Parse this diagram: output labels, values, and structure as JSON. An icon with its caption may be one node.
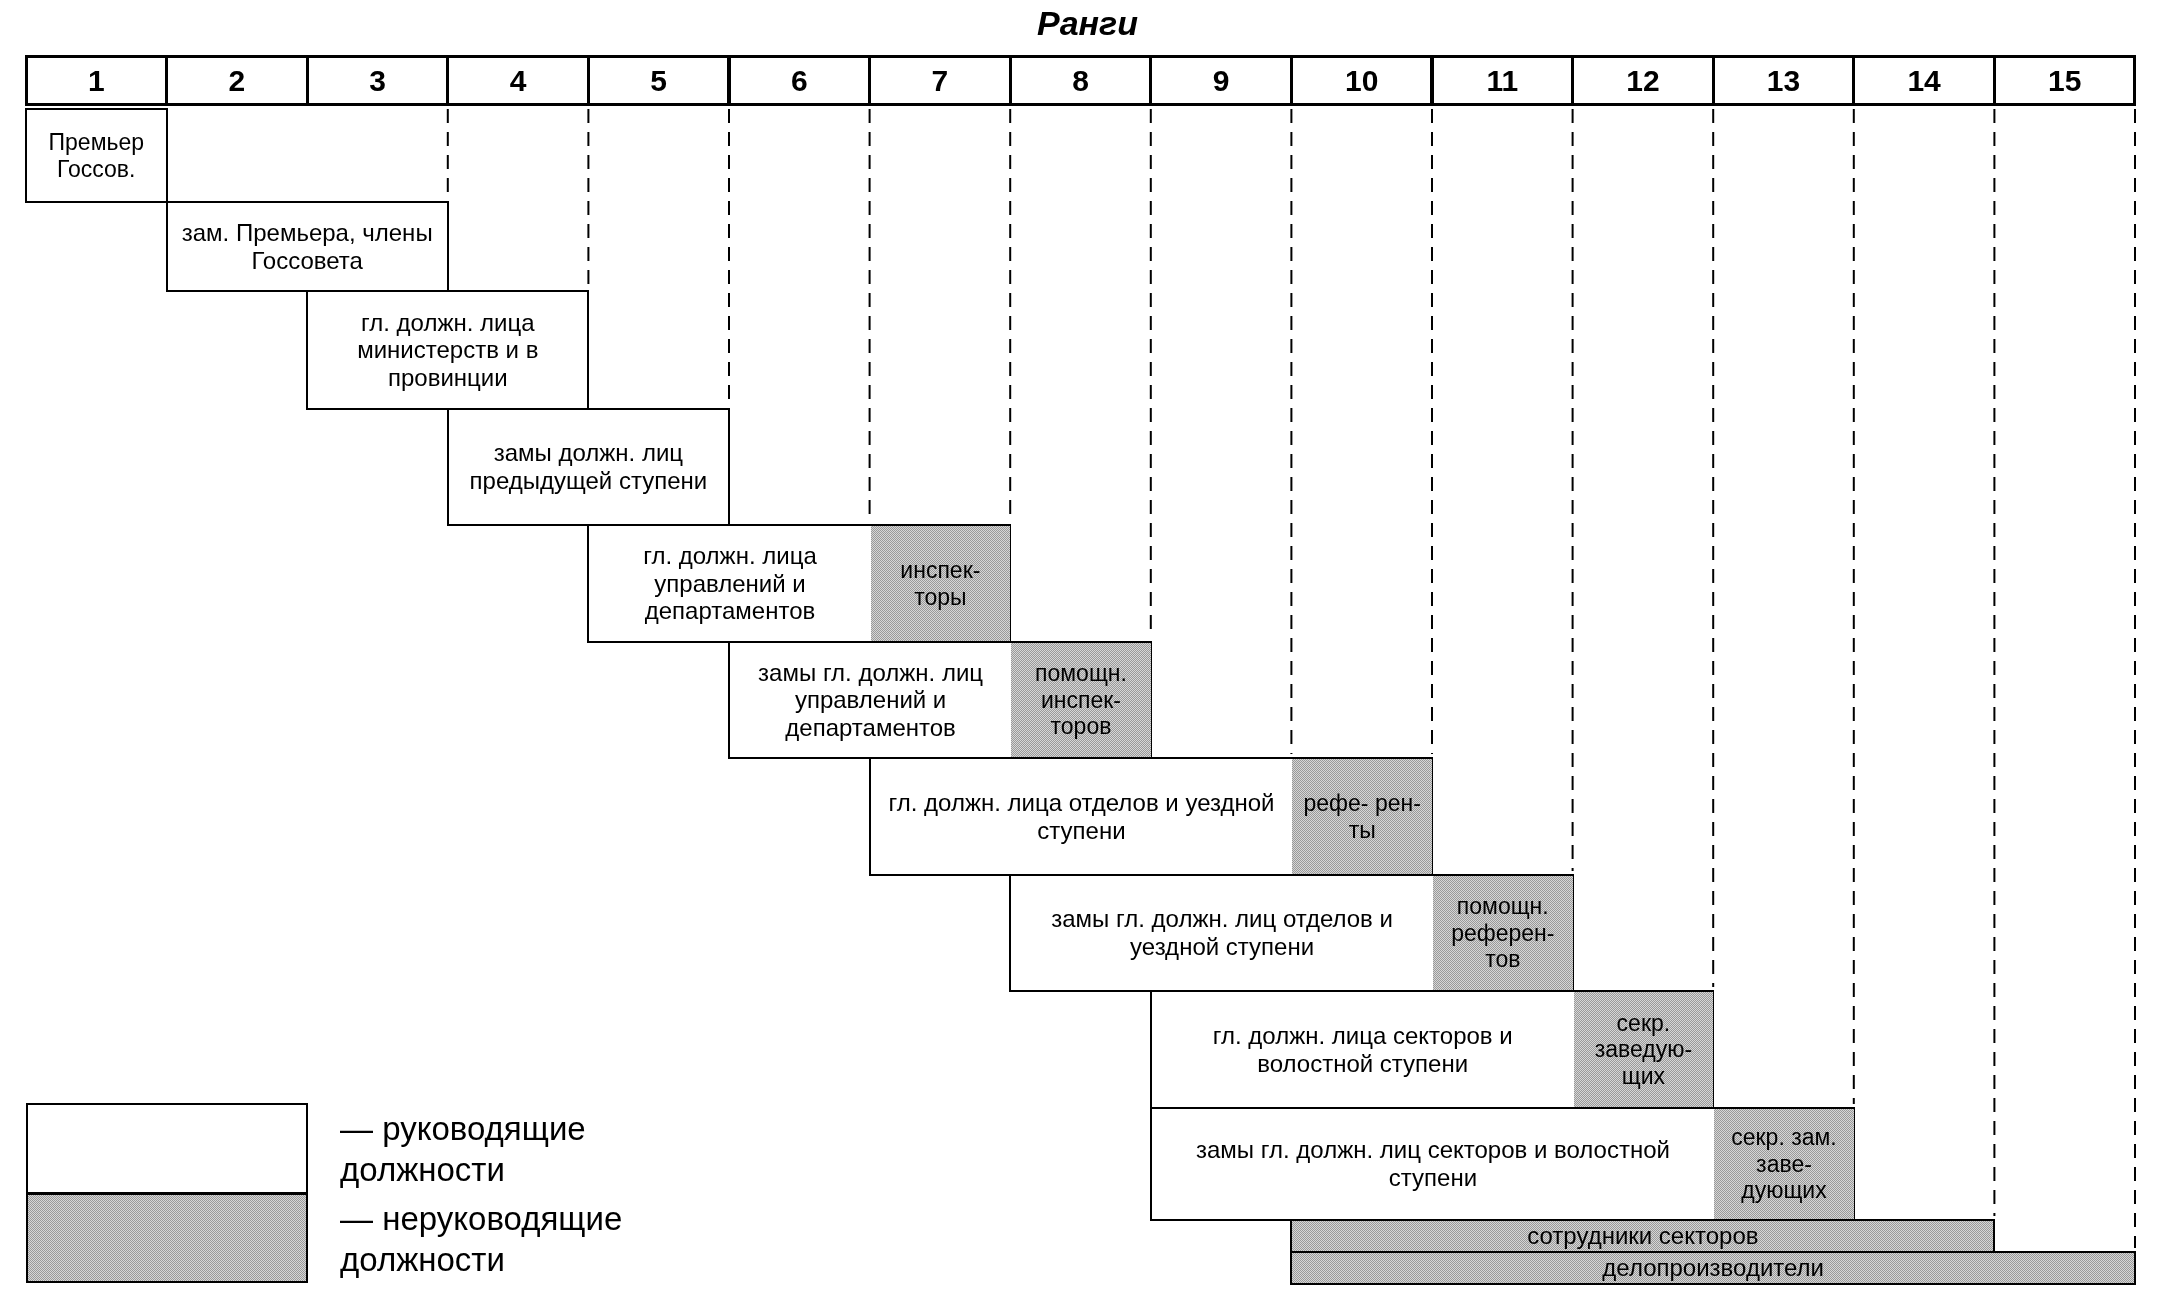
{
  "diagram": {
    "title": "Ранги",
    "nodes": [
      {
        "text": [
          "Премьер Госсов."
        ]
      },
      {
        "text": [
          "зам. Премьера, члены Госсовета"
        ]
      },
      {
        "text": [
          "гл. должн. лица министерств и в провинции"
        ]
      },
      {
        "text": [
          "замы должн. лиц предыдущей ступени"
        ]
      },
      {
        "text": [
          "гл. должн. лица управлений и департаментов"
        ]
      },
      {
        "text": [
          "инспек- торы"
        ],
        "in": 4
      },
      {
        "text": [
          "замы гл. должн. лиц управлений и департаментов"
        ]
      },
      {
        "text": [
          "помощн. инспек- торов"
        ],
        "in": 6
      },
      {
        "text": [
          "гл. должн. лица отделов и уездной ступени"
        ]
      },
      {
        "text": [
          "рефе- рен- ты"
        ],
        "in": 8
      },
      {
        "text": [
          "замы гл. должн. лиц отделов и уездной ступени"
        ]
      },
      {
        "text": [
          "помощн. референ- тов"
        ],
        "in": 10
      },
      {
        "text": [
          "гл. должн. лица секторов и волостной ступени"
        ]
      },
      {
        "text": [
          "секр. заведую- щих"
        ],
        "in": 12
      },
      {
        "text": [
          "замы гл. должн. лиц секторов и волостной ступени"
        ]
      },
      {
        "text": [
          "секр. зам. заве- дующих"
        ],
        "in": 14
      },
      {
        "text": [
          "сотрудники секторов"
        ]
      },
      {
        "text": [
          "делопроизводители"
        ]
      }
    ],
    "edges": [],
    "labels": [
      "1",
      "2",
      "3",
      "4",
      "5",
      "6",
      "7",
      "8",
      "9",
      "10",
      "11",
      "12",
      "13",
      "14",
      "15"
    ],
    "legend": [
      {
        "text": "— руководящие должности",
        "color": "#ffffff"
      },
      {
        "text": "— неруководящие должности",
        "color": "#d6d6d6"
      }
    ]
  }
}
